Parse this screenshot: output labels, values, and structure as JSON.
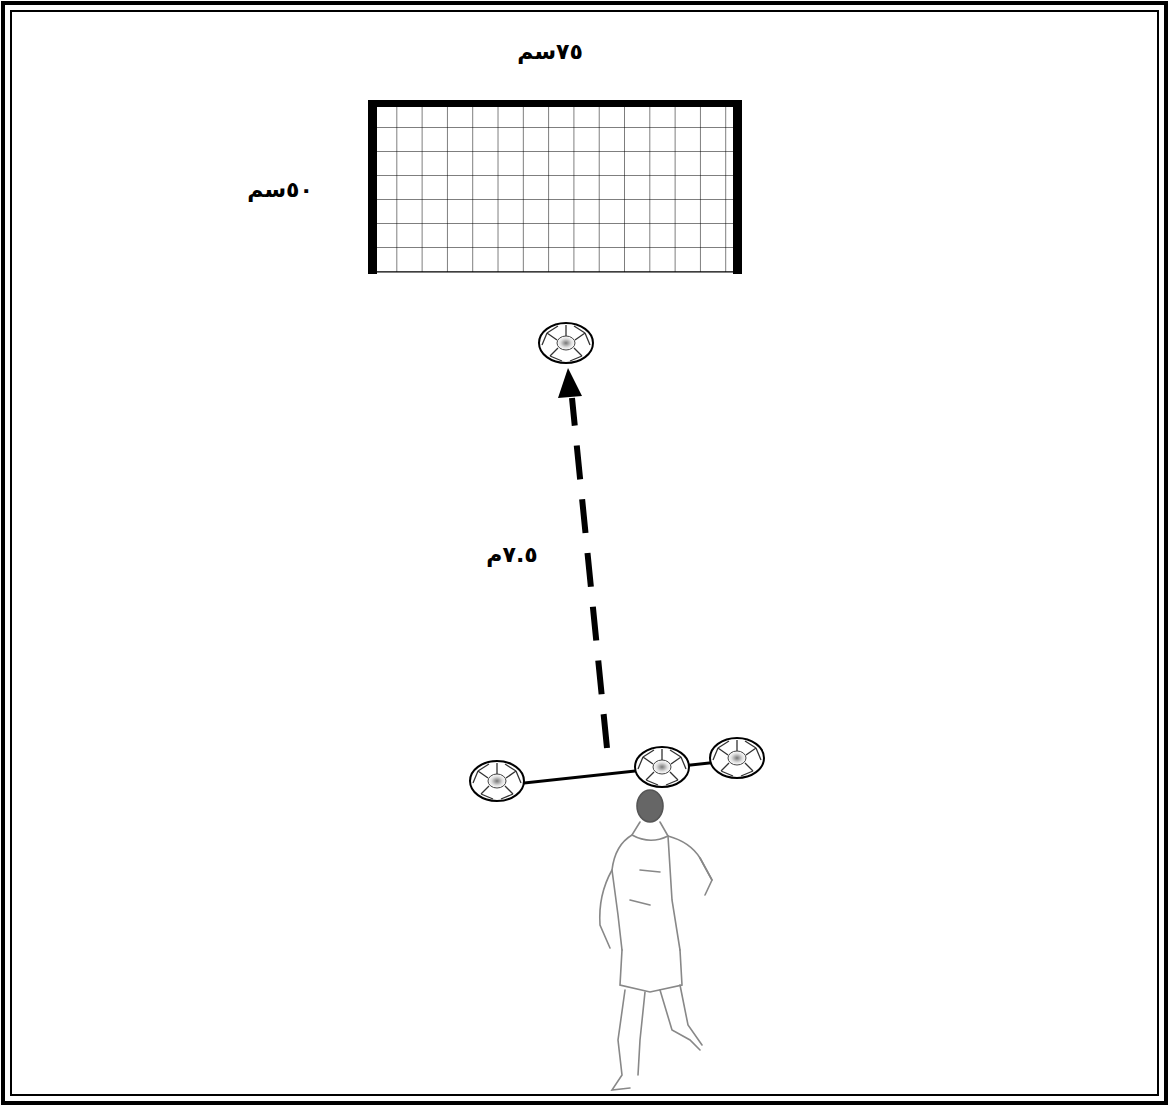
{
  "diagram": {
    "labels": [
      "٧٥سم",
      "٥٠سم",
      "٧.٥م"
    ]
  }
}
